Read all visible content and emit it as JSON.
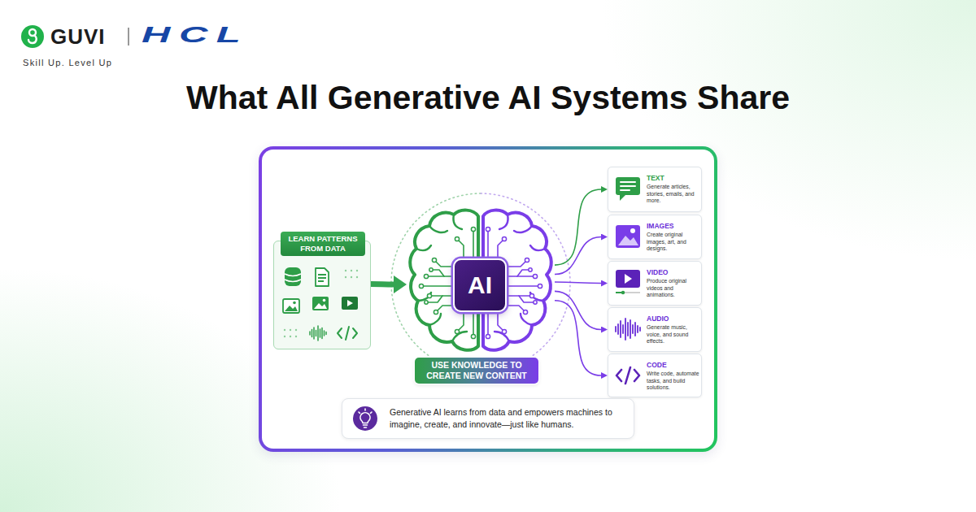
{
  "diagram": {
    "title": "What All Generative AI Systems Share",
    "nodes": [
      {
        "text": [
          "LEARN PATTERNS FROM DATA"
        ]
      },
      {
        "text": [
          "AI"
        ]
      },
      {
        "text": [
          "USE KNOWLEDGE TO CREATE NEW CONTENT"
        ]
      },
      {
        "text": [
          "TEXT",
          "Generate articles, stories, emails, and more."
        ]
      },
      {
        "text": [
          "IMAGES",
          "Create original images, art, and designs."
        ]
      },
      {
        "text": [
          "VIDEO",
          "Produce original videos and animations."
        ]
      },
      {
        "text": [
          "AUDIO",
          "Generate music, voice, and sound effects."
        ]
      },
      {
        "text": [
          "CODE",
          "Write code, automate tasks, and build solutions."
        ]
      },
      {
        "text": [
          "Generative AI learns from data and empowers machines to imagine, create, and innovate—just like humans."
        ]
      }
    ],
    "edges": [
      {
        "from": 0,
        "to": 1,
        "arrow": "to"
      },
      {
        "from": 1,
        "to": 3,
        "arrow": "to"
      },
      {
        "from": 1,
        "to": 4,
        "arrow": "to"
      },
      {
        "from": 1,
        "to": 5,
        "arrow": "to"
      },
      {
        "from": 1,
        "to": 6,
        "arrow": "to"
      },
      {
        "from": 1,
        "to": 7,
        "arrow": "to"
      }
    ],
    "labels": [
      "GUVI",
      "HCL",
      "Skill Up. Level Up"
    ]
  }
}
